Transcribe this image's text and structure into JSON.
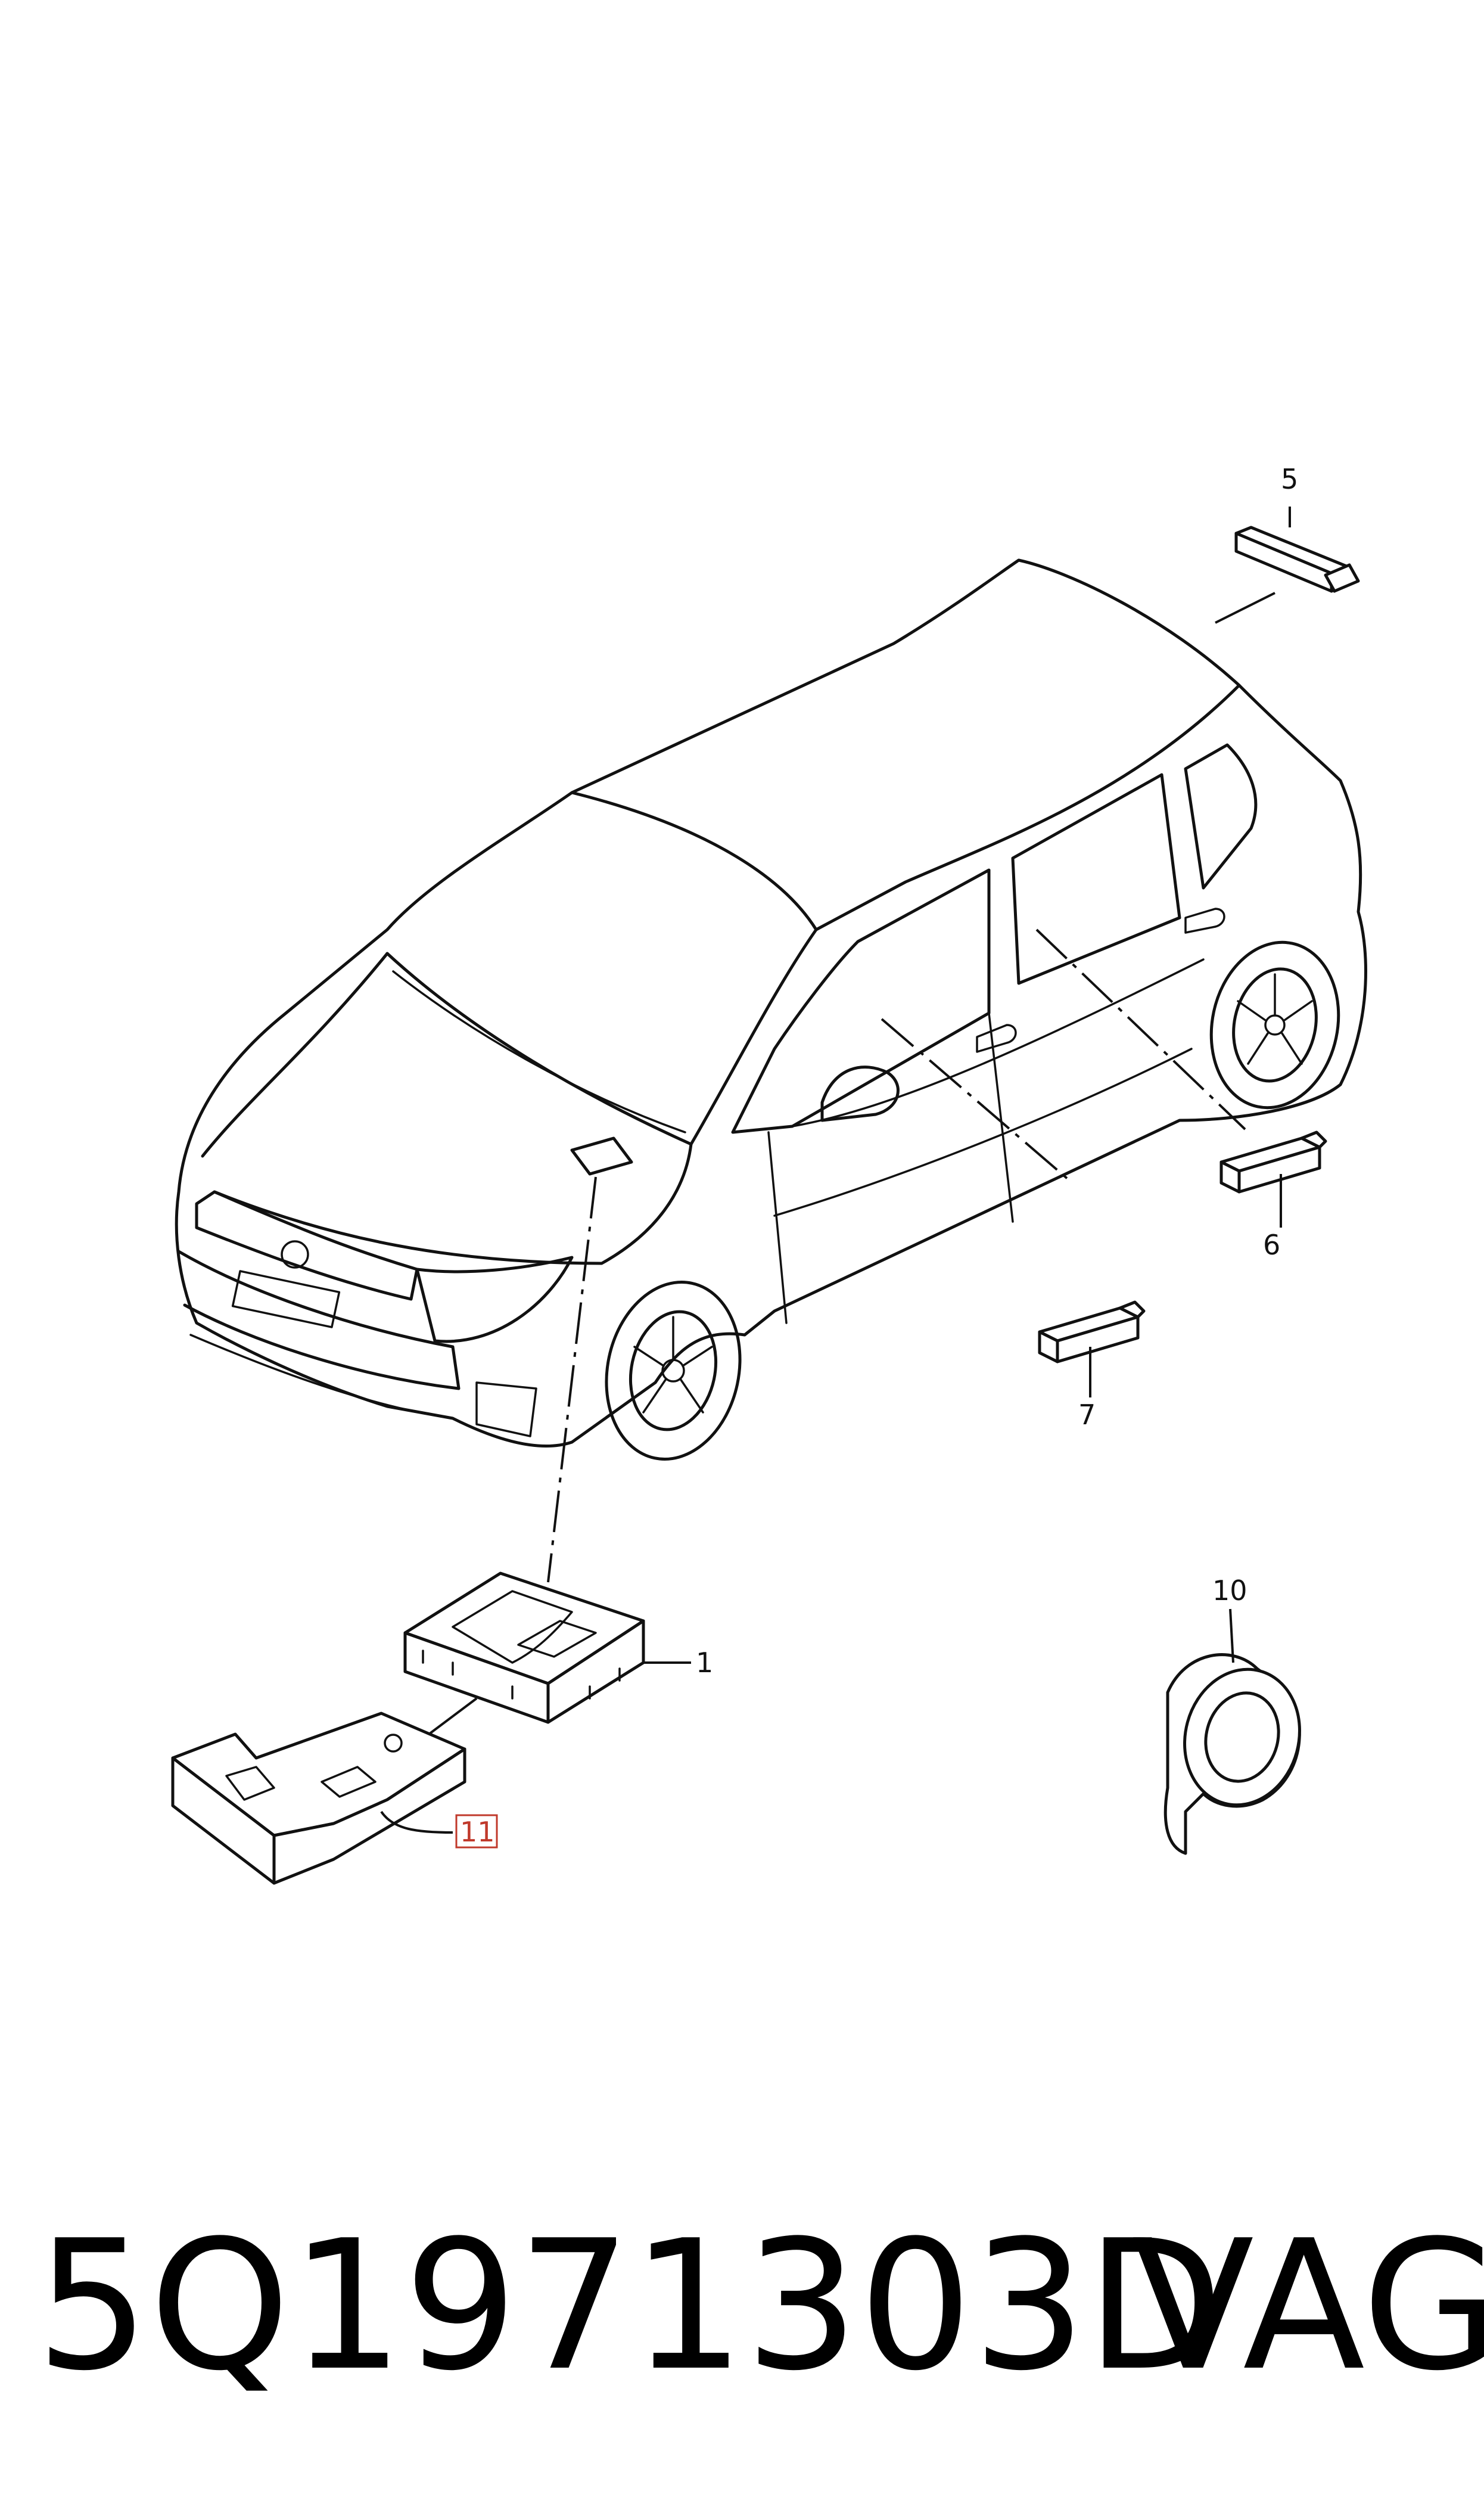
{
  "callouts": [
    {
      "id": "c1",
      "label": "1"
    },
    {
      "id": "c5",
      "label": "5"
    },
    {
      "id": "c6",
      "label": "6"
    },
    {
      "id": "c7",
      "label": "7"
    },
    {
      "id": "c10",
      "label": "10"
    },
    {
      "id": "c11",
      "label": "11"
    }
  ],
  "footer": {
    "part_number": "5Q1971303D",
    "brand": "VAG"
  },
  "colors": {
    "line": "#111111",
    "highlight": "#c0392b"
  }
}
